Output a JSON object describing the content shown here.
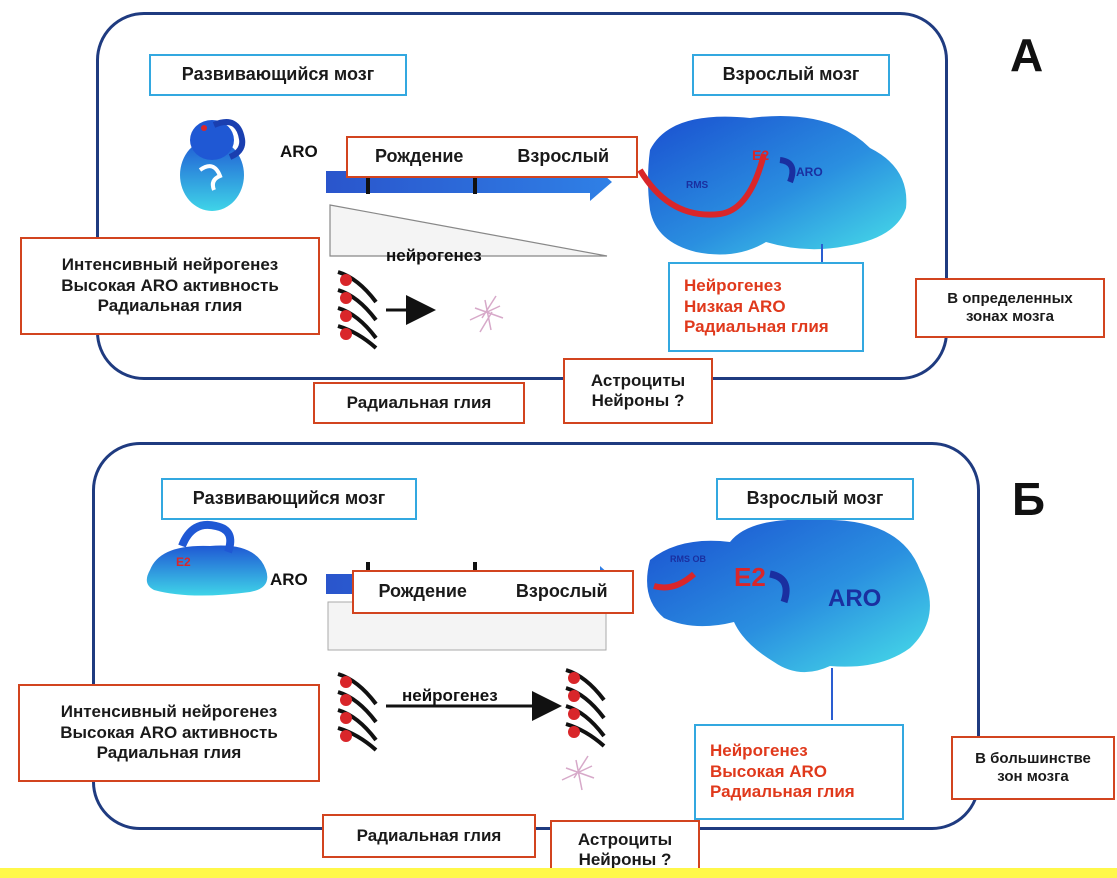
{
  "panel_a": {
    "letter": "А",
    "developing_brain": "Развивающийся мозг",
    "adult_brain": "Взрослый  мозг",
    "aro_label": "ARO",
    "timeline": {
      "birth": "Рождение",
      "adult": "Взрослый"
    },
    "neurogenesis_label": "нейрогенез",
    "left_box": [
      "Интенсивный нейрогенез",
      "Высокая ARO активность",
      "Радиальная глия"
    ],
    "right_box": [
      "Нейрогенез",
      "Низкая ARO",
      "Радиальная глия"
    ],
    "side_box": [
      "В определенных",
      "зонах мозга"
    ],
    "radial_glia": "Радиальная глия",
    "outcome": [
      "Астроциты",
      "Нейроны ?"
    ],
    "brain_labels": {
      "e2": "E2",
      "aro": "ARO",
      "rms": "RMS"
    }
  },
  "panel_b": {
    "letter": "Б",
    "developing_brain": "Развивающийся мозг",
    "adult_brain": "Взрослый  мозг",
    "aro_label": "ARO",
    "timeline": {
      "birth": "Рождение",
      "adult": "Взрослый"
    },
    "neurogenesis_label": "нейрогенез",
    "left_box": [
      "Интенсивный нейрогенез",
      "Высокая ARO активность",
      "Радиальная глия"
    ],
    "right_box": [
      "Нейрогенез",
      "Высокая ARO",
      "Радиальная глия"
    ],
    "side_box": [
      "В большинстве",
      "зон мозга"
    ],
    "radial_glia": "Радиальная глия",
    "outcome": [
      "Астроциты",
      "Нейроны ?"
    ],
    "brain_labels": {
      "e2": "E2",
      "aro": "ARO",
      "rms": "RMS OB"
    }
  },
  "colors": {
    "panel_border": "#1f3b80",
    "blue_border": "#33a8e0",
    "red_border": "#d2441f",
    "red_text": "#e0391c",
    "brain_dark": "#1a5fd6",
    "brain_light": "#3fd0e6",
    "arrow": "#2a5dd1",
    "highlight": "#fff84a"
  }
}
